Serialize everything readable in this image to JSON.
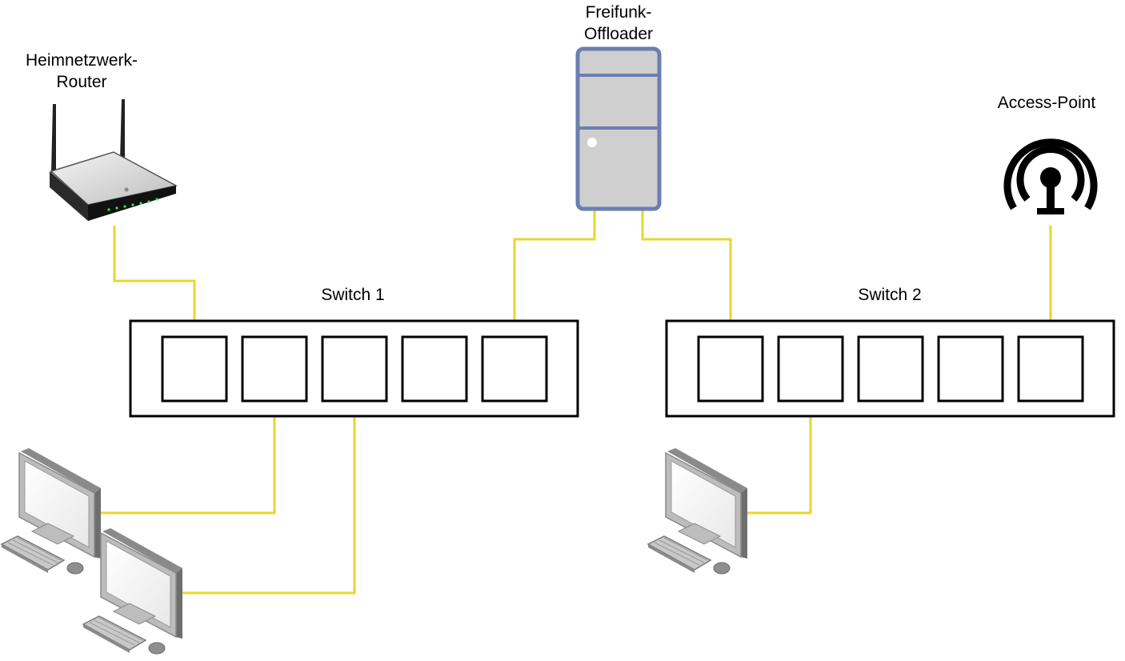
{
  "labels": {
    "router_line1": "Heimnetzwerk-",
    "router_line2": "Router",
    "offloader_line1": "Freifunk-",
    "offloader_line2": "Offloader",
    "access_point": "Access-Point",
    "switch1": "Switch 1",
    "switch2": "Switch 2"
  },
  "colors": {
    "cable": "#e6d730",
    "switch_border": "#000000",
    "server_fill": "#cfcfcf",
    "server_border": "#6a7fb0",
    "background": "#ffffff"
  },
  "icons": {
    "router": "wireless-router-icon",
    "server": "server-tower-icon",
    "access_point": "wifi-antenna-icon",
    "workstation": "desktop-computer-icon"
  }
}
